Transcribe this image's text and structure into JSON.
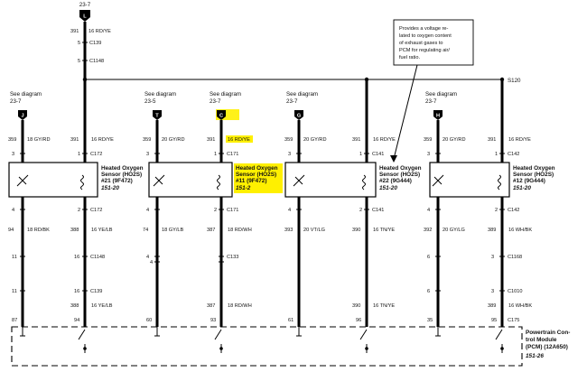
{
  "top": {
    "ref": "23-7",
    "connector": "L",
    "circuit": "391",
    "wire": "16 RD/YE",
    "c139_pin": "5",
    "c139": "C139",
    "c1148_pin": "5",
    "c1148": "C1148"
  },
  "bus_label": "S120",
  "callout": "Provides a voltage re-\nlated to oxygen content\nof exhaust gases to\nPCM for regulating air/\nfuel ratio.",
  "pcm": {
    "title": "Powertrain Con-\ntrol Module\n(PCM) (12A650)",
    "ref": "151-26"
  },
  "sensors": [
    {
      "see": "See diagram",
      "ref": "23-7",
      "conn": "J",
      "left_circuit": "359",
      "left_wire": "18 GY/RD",
      "right_circuit": "391",
      "right_wire": "16 RD/YE",
      "pin3": "3",
      "pin1": "1",
      "c_top": "C172",
      "name": [
        "Heated Oxygen",
        "Sensor (HO2S)",
        "#21 (9F472)"
      ],
      "sref": "151-20",
      "pin4": "4",
      "pin2": "2",
      "c_bot": "C172",
      "sig_circuit": "94",
      "sig_wire": "18 RD/BK",
      "gnd_circuit": "388",
      "gnd_wire": "16 YE/LB",
      "l1": "11",
      "r1": "16",
      "c1": "C1148",
      "l2": "11",
      "r2": "16",
      "c2": "C139",
      "gnd2_circuit": "388",
      "gnd2_wire": "16 YE/LB",
      "pcm_l": "87",
      "pcm_r": "94",
      "c_pcm": ""
    },
    {
      "see": "See diagram",
      "ref": "23-5",
      "conn": "T",
      "left_circuit": "359",
      "left_wire": "20 GY/RD",
      "right_circuit": "391",
      "right_wire": "",
      "pin3": "3",
      "pin1": "",
      "c_top": "",
      "name": [
        "",
        "",
        ""
      ],
      "sref": "",
      "pin4": "4",
      "pin2": "",
      "c_bot": "",
      "sig_circuit": "74",
      "sig_wire": "18 GY/LB",
      "gnd_circuit": "",
      "gnd_wire": "",
      "l1": "4",
      "r1": "",
      "c1": "",
      "l2": "",
      "r2": "",
      "c2": "",
      "gnd2_circuit": "",
      "gnd2_wire": "",
      "pcm_l": "60",
      "pcm_r": "",
      "c_pcm": ""
    },
    {
      "see": "See diagram",
      "ref": "23-7",
      "conn": "C",
      "left_circuit": "",
      "left_wire": "",
      "right_circuit": "391",
      "right_wire": "16 RD/YE",
      "pin3": "",
      "pin1": "1",
      "c_top": "C171",
      "name": [
        "Heated Oxygen",
        "Sensor (HO2S)",
        "#11 (9F472)"
      ],
      "sref": "151-2",
      "pin4": "",
      "pin2": "2",
      "c_bot": "C171",
      "sig_circuit": "",
      "sig_wire": "",
      "gnd_circuit": "387",
      "gnd_wire": "18 RD/WH",
      "l1": "",
      "r1": "",
      "c1": "C133",
      "l2": "",
      "r2": "",
      "c2": "",
      "gnd2_circuit": "387",
      "gnd2_wire": "18 RD/WH",
      "pcm_l": "",
      "pcm_r": "93",
      "c_pcm": ""
    },
    {
      "see": "See diagram",
      "ref": "23-7",
      "conn": "G",
      "left_circuit": "359",
      "left_wire": "20 GY/RD",
      "right_circuit": "391",
      "right_wire": "16 RD/YE",
      "pin3": "3",
      "pin1": "1",
      "c_top": "C141",
      "name": [
        "Heated Oxygen",
        "Sensor (HO2S)",
        "#22 (9G444)"
      ],
      "sref": "151-20",
      "pin4": "4",
      "pin2": "2",
      "c_bot": "C141",
      "sig_circuit": "393",
      "sig_wire": "20 VT/LG",
      "gnd_circuit": "390",
      "gnd_wire": "16 TN/YE",
      "l1": "",
      "r1": "",
      "c1": "",
      "l2": "",
      "r2": "",
      "c2": "",
      "gnd2_circuit": "390",
      "gnd2_wire": "16 TN/YE",
      "pcm_l": "61",
      "pcm_r": "96",
      "c_pcm": ""
    },
    {
      "see": "See diagram",
      "ref": "23-7",
      "conn": "H",
      "left_circuit": "359",
      "left_wire": "20 GY/RD",
      "right_circuit": "391",
      "right_wire": "16 RD/YE",
      "pin3": "3",
      "pin1": "1",
      "c_top": "C142",
      "name": [
        "Heated Oxygen",
        "Sensor (HO2S)",
        "#12 (9G444)"
      ],
      "sref": "151-20",
      "pin4": "4",
      "pin2": "2",
      "c_bot": "C142",
      "sig_circuit": "392",
      "sig_wire": "20 GY/LG",
      "gnd_circuit": "389",
      "gnd_wire": "16 WH/BK",
      "l1": "6",
      "r1": "3",
      "c1": "C1168",
      "l2": "6",
      "r2": "3",
      "c2": "C1010",
      "gnd2_circuit": "389",
      "gnd2_wire": "16 WH/BK",
      "pcm_l": "35",
      "pcm_r": "95",
      "c_pcm": "C175"
    }
  ]
}
